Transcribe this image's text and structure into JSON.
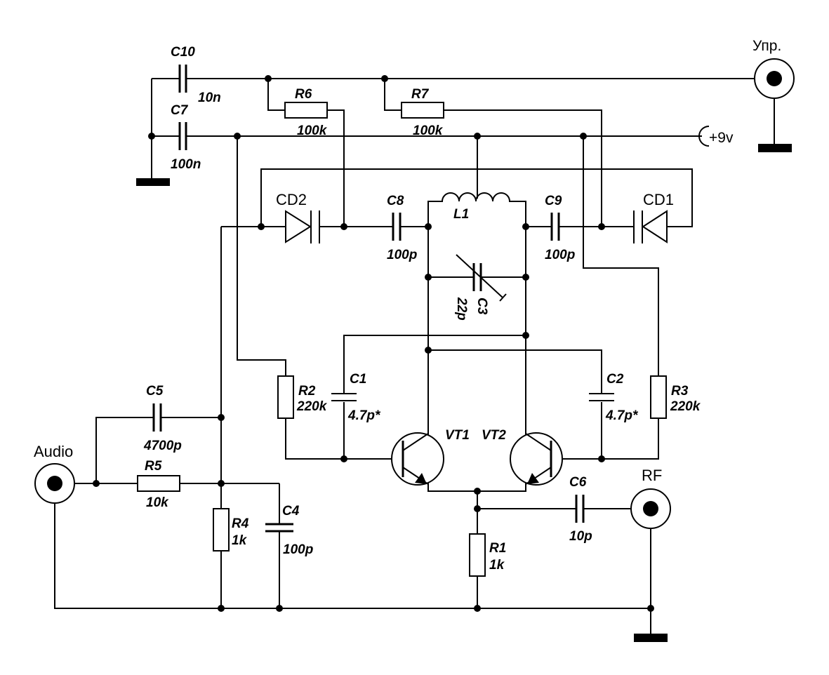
{
  "labels": {
    "C10": "C10",
    "C10_val": "10n",
    "C7": "C7",
    "C7_val": "100n",
    "R6": "R6",
    "R6_val": "100k",
    "R7": "R7",
    "R7_val": "100k",
    "ctrl": "Упр.",
    "vplus": "+9v",
    "CD2": "CD2",
    "CD1": "CD1",
    "C8": "C8",
    "C8_val": "100p",
    "C9": "C9",
    "C9_val": "100p",
    "L1": "L1",
    "C3": "C3",
    "C3_val": "22p",
    "C1": "C1",
    "C1_val": "4.7p*",
    "C2": "C2",
    "C2_val": "4.7p*",
    "R2": "R2",
    "R2_val": "220k",
    "R3": "R3",
    "R3_val": "220k",
    "VT1": "VT1",
    "VT2": "VT2",
    "C5": "C5",
    "C5_val": "4700p",
    "R5": "R5",
    "R5_val": "10k",
    "R4": "R4",
    "R4_val": "1k",
    "C4": "C4",
    "C4_val": "100p",
    "C6": "C6",
    "C6_val": "10p",
    "R1": "R1",
    "R1_val": "1k",
    "audio": "Audio",
    "rf": "RF"
  }
}
